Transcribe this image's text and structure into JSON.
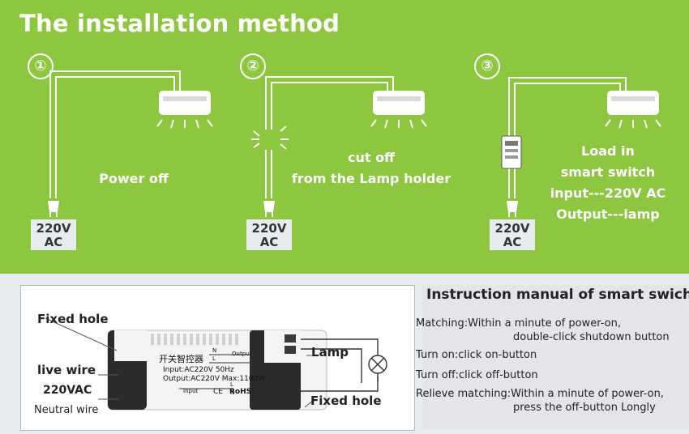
{
  "title": "The installation method",
  "steps": [
    {
      "number": "①",
      "label_lines": [
        "Power off"
      ],
      "source": [
        "220V",
        "AC"
      ]
    },
    {
      "number": "②",
      "label_lines": [
        "cut off",
        "from the Lamp holder"
      ],
      "source": [
        "220V",
        "AC"
      ]
    },
    {
      "number": "③",
      "label_lines": [
        "Load in",
        "smart switch",
        "input---220V AC",
        "Output---lamp"
      ],
      "source": [
        "220V",
        "AC"
      ]
    }
  ],
  "device": {
    "chinese_label": "开关智控器",
    "spec_lines": [
      "Input:AC220V  50Hz",
      "Output:AC220V  Max:1100W"
    ],
    "cert_labels": [
      "CE",
      "RoHS"
    ],
    "input_tag": "Input",
    "output_tag": "Output",
    "terminal_n": "N",
    "terminal_l": "L",
    "callouts": {
      "fixed_hole_left": "Fixed hole",
      "live_wire": "live wire",
      "voltage": "220VAC",
      "neutral_wire": "Neutral wire",
      "lamp": "Lamp",
      "fixed_hole_right": "Fixed hole"
    }
  },
  "manual": {
    "title": "Instruction manual of smart swich",
    "items": [
      {
        "line1": "Matching:Within a minute of power-on,",
        "line2": "double-click shutdown button"
      },
      {
        "line1": "Turn on:click on-button"
      },
      {
        "line1": "Turn off:click off-button"
      },
      {
        "line1": "Relieve matching:Within a minute of power-on,",
        "line2": "press the off-button Longly"
      }
    ]
  }
}
